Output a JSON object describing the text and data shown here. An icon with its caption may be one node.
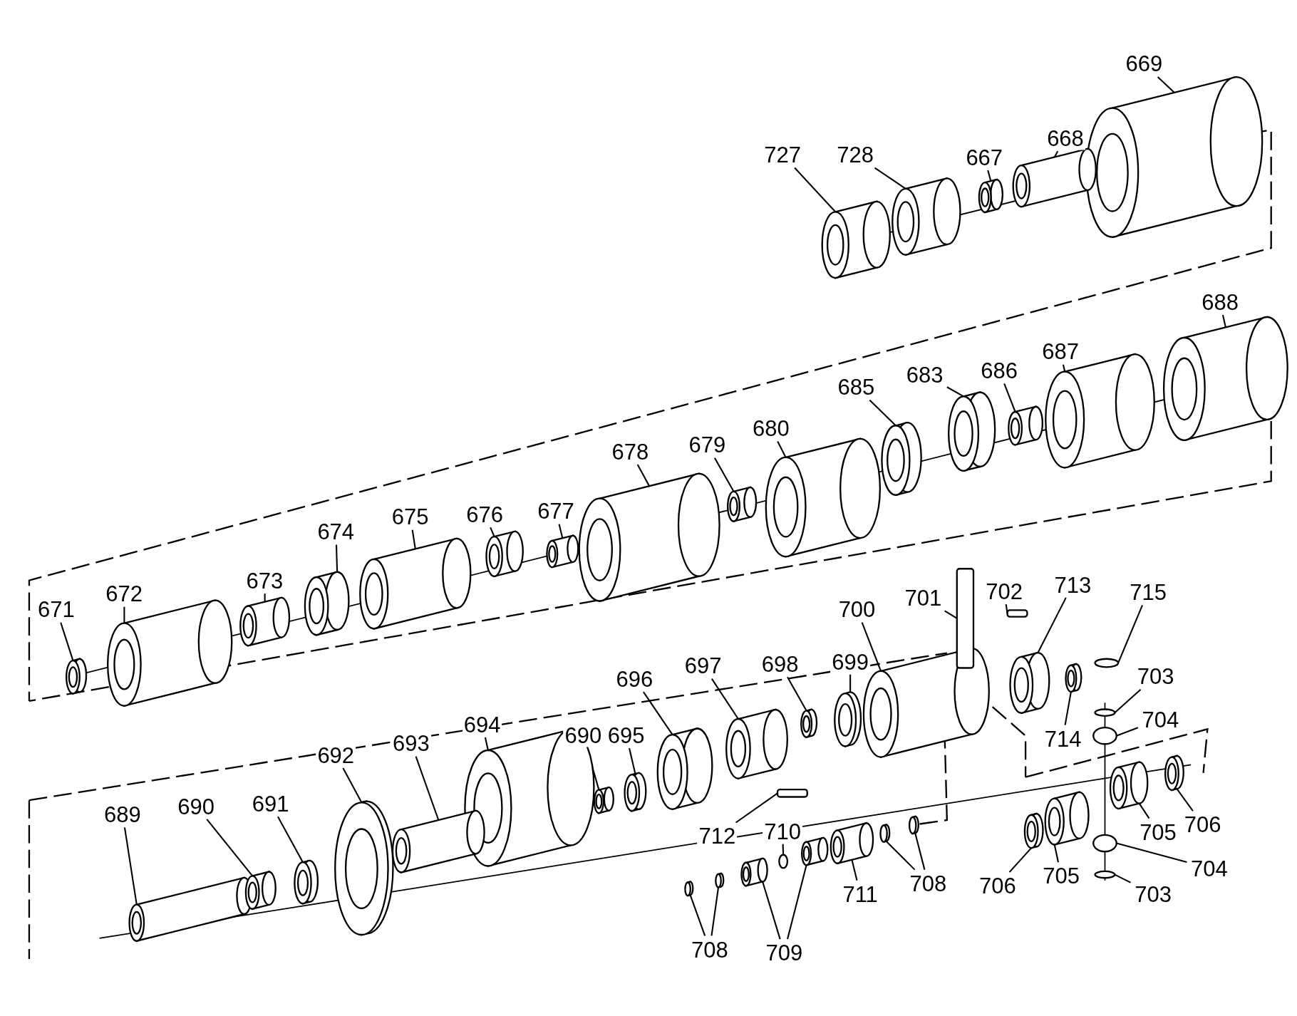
{
  "diagram": {
    "nodes": [
      {
        "text": [
          "669"
        ]
      },
      {
        "text": [
          "727"
        ]
      },
      {
        "text": [
          "728"
        ]
      },
      {
        "text": [
          "667"
        ]
      },
      {
        "text": [
          "668"
        ]
      },
      {
        "text": [
          "688"
        ]
      },
      {
        "text": [
          "685"
        ]
      },
      {
        "text": [
          "683"
        ]
      },
      {
        "text": [
          "686"
        ]
      },
      {
        "text": [
          "687"
        ]
      },
      {
        "text": [
          "678"
        ]
      },
      {
        "text": [
          "679"
        ]
      },
      {
        "text": [
          "680"
        ]
      },
      {
        "text": [
          "674"
        ]
      },
      {
        "text": [
          "675"
        ]
      },
      {
        "text": [
          "676"
        ]
      },
      {
        "text": [
          "677"
        ]
      },
      {
        "text": [
          "671"
        ]
      },
      {
        "text": [
          "672"
        ]
      },
      {
        "text": [
          "673"
        ]
      },
      {
        "text": [
          "700"
        ]
      },
      {
        "text": [
          "701"
        ]
      },
      {
        "text": [
          "702"
        ]
      },
      {
        "text": [
          "713"
        ]
      },
      {
        "text": [
          "715"
        ]
      },
      {
        "text": [
          "703"
        ]
      },
      {
        "text": [
          "696"
        ]
      },
      {
        "text": [
          "697"
        ]
      },
      {
        "text": [
          "698"
        ]
      },
      {
        "text": [
          "699"
        ]
      },
      {
        "text": [
          "704"
        ]
      },
      {
        "text": [
          "694"
        ]
      },
      {
        "text": [
          "714"
        ]
      },
      {
        "text": [
          "692"
        ]
      },
      {
        "text": [
          "693"
        ]
      },
      {
        "text": [
          "690"
        ]
      },
      {
        "text": [
          "695"
        ]
      },
      {
        "text": [
          "689"
        ]
      },
      {
        "text": [
          "690"
        ]
      },
      {
        "text": [
          "691"
        ]
      },
      {
        "text": [
          "706"
        ]
      },
      {
        "text": [
          "710"
        ]
      },
      {
        "text": [
          "712"
        ]
      },
      {
        "text": [
          "705"
        ]
      },
      {
        "text": [
          "705"
        ]
      },
      {
        "text": [
          "704"
        ]
      },
      {
        "text": [
          "708"
        ]
      },
      {
        "text": [
          "711"
        ]
      },
      {
        "text": [
          "706"
        ]
      },
      {
        "text": [
          "703"
        ]
      },
      {
        "text": [
          "708"
        ]
      },
      {
        "text": [
          "709"
        ]
      },
      {
        "text": [],
        "shape": "cylinder"
      },
      {
        "text": [],
        "shape": "cylinder"
      },
      {
        "text": [],
        "shape": "cylinder"
      },
      {
        "text": [],
        "shape": "cylinder"
      },
      {
        "text": [],
        "shape": "cylinder"
      },
      {
        "text": [],
        "shape": "cylinder"
      },
      {
        "text": [],
        "shape": "cylinder"
      },
      {
        "text": [],
        "shape": "cylinder"
      },
      {
        "text": [],
        "shape": "cylinder"
      },
      {
        "text": [],
        "shape": "cylinder"
      },
      {
        "text": [],
        "shape": "cylinder"
      },
      {
        "text": [],
        "shape": "cylinder"
      },
      {
        "text": [],
        "shape": "cylinder"
      },
      {
        "text": [],
        "shape": "cylinder"
      },
      {
        "text": [],
        "shape": "cylinder"
      },
      {
        "text": [],
        "shape": "cylinder"
      },
      {
        "text": [],
        "shape": "cylinder"
      },
      {
        "text": [],
        "shape": "cylinder"
      },
      {
        "text": [],
        "shape": "cylinder"
      },
      {
        "text": [],
        "shape": "cylinder"
      },
      {
        "text": [],
        "shape": "cylinder"
      },
      {
        "text": [],
        "shape": "bar"
      },
      {
        "text": [],
        "shape": "bar"
      },
      {
        "text": [],
        "shape": "cylinder"
      },
      {
        "text": [],
        "shape": "circle"
      },
      {
        "text": [],
        "shape": "circle"
      },
      {
        "text": [],
        "shape": "cylinder"
      },
      {
        "text": [],
        "shape": "cylinder"
      },
      {
        "text": [],
        "shape": "cylinder"
      },
      {
        "text": [],
        "shape": "cylinder"
      },
      {
        "text": [],
        "shape": "circle"
      },
      {
        "text": [],
        "shape": "cylinder"
      },
      {
        "text": [],
        "shape": "cylinder"
      },
      {
        "text": [],
        "shape": "cylinder"
      },
      {
        "text": [],
        "shape": "cylinder"
      },
      {
        "text": [],
        "shape": "cylinder"
      },
      {
        "text": [],
        "shape": "cylinder"
      },
      {
        "text": [],
        "shape": "cylinder"
      },
      {
        "text": [],
        "shape": "cylinder"
      },
      {
        "text": [],
        "shape": "cylinder"
      },
      {
        "text": [],
        "shape": "cylinder"
      },
      {
        "text": [],
        "shape": "circle"
      },
      {
        "text": [],
        "shape": "bar"
      },
      {
        "text": [],
        "shape": "cylinder"
      },
      {
        "text": [],
        "shape": "cylinder"
      },
      {
        "text": [],
        "shape": "circle"
      },
      {
        "text": [],
        "shape": "cylinder"
      },
      {
        "text": [],
        "shape": "cylinder"
      },
      {
        "text": [],
        "shape": "cylinder"
      },
      {
        "text": [],
        "shape": "cylinder"
      },
      {
        "text": [],
        "shape": "circle"
      },
      {
        "text": [],
        "shape": "cylinder"
      },
      {
        "text": [],
        "shape": "cylinder"
      },
      {
        "text": [],
        "shape": "cylinder"
      },
      {
        "text": [],
        "shape": "cylinder"
      }
    ],
    "edges": [
      {
        "from": 0,
        "to": 52,
        "arrow": "none"
      },
      {
        "from": 1,
        "to": 53,
        "arrow": "none"
      },
      {
        "from": 2,
        "to": 54,
        "arrow": "none"
      },
      {
        "from": 3,
        "to": 55,
        "arrow": "none"
      },
      {
        "from": 4,
        "to": 56,
        "arrow": "none"
      },
      {
        "from": 5,
        "to": 57,
        "arrow": "none"
      },
      {
        "from": 6,
        "to": 58,
        "arrow": "none"
      },
      {
        "from": 7,
        "to": 59,
        "arrow": "none"
      },
      {
        "from": 8,
        "to": 60,
        "arrow": "none"
      },
      {
        "from": 9,
        "to": 61,
        "arrow": "none"
      },
      {
        "from": 10,
        "to": 62,
        "arrow": "none"
      },
      {
        "from": 11,
        "to": 63,
        "arrow": "none"
      },
      {
        "from": 12,
        "to": 64,
        "arrow": "none"
      },
      {
        "from": 13,
        "to": 65,
        "arrow": "none"
      },
      {
        "from": 14,
        "to": 66,
        "arrow": "none"
      },
      {
        "from": 15,
        "to": 67,
        "arrow": "none"
      },
      {
        "from": 16,
        "to": 68,
        "arrow": "none"
      },
      {
        "from": 17,
        "to": 69,
        "arrow": "none"
      },
      {
        "from": 18,
        "to": 70,
        "arrow": "none"
      },
      {
        "from": 19,
        "to": 71,
        "arrow": "none"
      },
      {
        "from": 20,
        "to": 72,
        "arrow": "none"
      },
      {
        "from": 21,
        "to": 73,
        "arrow": "none"
      },
      {
        "from": 22,
        "to": 74,
        "arrow": "none"
      },
      {
        "from": 23,
        "to": 75,
        "arrow": "none"
      },
      {
        "from": 24,
        "to": 76,
        "arrow": "none"
      },
      {
        "from": 25,
        "to": 77,
        "arrow": "none"
      },
      {
        "from": 26,
        "to": 78,
        "arrow": "none"
      },
      {
        "from": 27,
        "to": 79,
        "arrow": "none"
      },
      {
        "from": 28,
        "to": 80,
        "arrow": "none"
      },
      {
        "from": 29,
        "to": 81,
        "arrow": "none"
      },
      {
        "from": 30,
        "to": 82,
        "arrow": "none"
      },
      {
        "from": 31,
        "to": 83,
        "arrow": "none"
      },
      {
        "from": 32,
        "to": 84,
        "arrow": "none"
      },
      {
        "from": 33,
        "to": 85,
        "arrow": "none"
      },
      {
        "from": 34,
        "to": 86,
        "arrow": "none"
      },
      {
        "from": 35,
        "to": 87,
        "arrow": "none"
      },
      {
        "from": 36,
        "to": 88,
        "arrow": "none"
      },
      {
        "from": 37,
        "to": 89,
        "arrow": "none"
      },
      {
        "from": 38,
        "to": 90,
        "arrow": "none"
      },
      {
        "from": 39,
        "to": 91,
        "arrow": "none"
      },
      {
        "from": 40,
        "to": 92,
        "arrow": "none"
      },
      {
        "from": 41,
        "to": 93,
        "arrow": "none"
      },
      {
        "from": 42,
        "to": 94,
        "arrow": "none"
      },
      {
        "from": 43,
        "to": 95,
        "arrow": "none"
      },
      {
        "from": 44,
        "to": 96,
        "arrow": "none"
      },
      {
        "from": 45,
        "to": 97,
        "arrow": "none"
      },
      {
        "from": 46,
        "to": 98,
        "arrow": "none"
      },
      {
        "from": 46,
        "to": 99,
        "arrow": "none"
      },
      {
        "from": 47,
        "to": 100,
        "arrow": "none"
      },
      {
        "from": 48,
        "to": 101,
        "arrow": "none"
      },
      {
        "from": 49,
        "to": 102,
        "arrow": "none"
      },
      {
        "from": 50,
        "to": 103,
        "arrow": "none"
      },
      {
        "from": 50,
        "to": 104,
        "arrow": "none"
      },
      {
        "from": 51,
        "to": 105,
        "arrow": "none"
      },
      {
        "from": 51,
        "to": 106,
        "arrow": "none"
      }
    ]
  }
}
